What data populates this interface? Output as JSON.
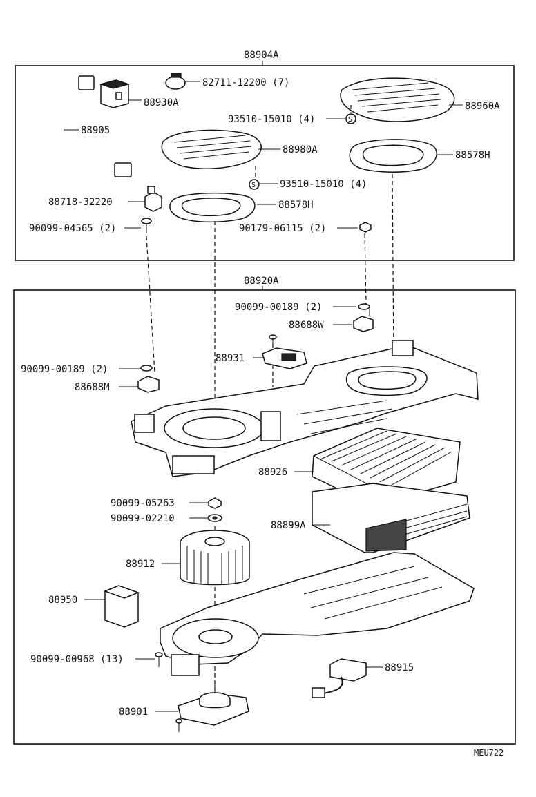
{
  "assemblies": {
    "top": "88904A",
    "bottom": "88920A"
  },
  "callouts": [
    {
      "id": "c1",
      "text": "88930A"
    },
    {
      "id": "c2",
      "text": "82711-12200 (7)"
    },
    {
      "id": "c3",
      "text": "88960A"
    },
    {
      "id": "c4",
      "text": "88905"
    },
    {
      "id": "c5",
      "text": "93510-15010 (4)"
    },
    {
      "id": "c6",
      "text": "88980A"
    },
    {
      "id": "c7",
      "text": "88578H"
    },
    {
      "id": "c8",
      "text": "93510-15010 (4)"
    },
    {
      "id": "c9",
      "text": "88718-32220"
    },
    {
      "id": "c10",
      "text": "88578H"
    },
    {
      "id": "c11",
      "text": "90099-04565 (2)"
    },
    {
      "id": "c12",
      "text": "90179-06115 (2)"
    },
    {
      "id": "c13",
      "text": "90099-00189 (2)"
    },
    {
      "id": "c14",
      "text": "88688W"
    },
    {
      "id": "c15",
      "text": "88931"
    },
    {
      "id": "c16",
      "text": "90099-00189 (2)"
    },
    {
      "id": "c17",
      "text": "88688M"
    },
    {
      "id": "c18",
      "text": "88926"
    },
    {
      "id": "c19",
      "text": "90099-05263"
    },
    {
      "id": "c20",
      "text": "90099-02210"
    },
    {
      "id": "c21",
      "text": "88899A"
    },
    {
      "id": "c22",
      "text": "88912"
    },
    {
      "id": "c23",
      "text": "88950"
    },
    {
      "id": "c24",
      "text": "90099-00968 (13)"
    },
    {
      "id": "c25",
      "text": "88915"
    },
    {
      "id": "c26",
      "text": "88901"
    }
  ],
  "symbols": {
    "s_mark": "S"
  },
  "footer": {
    "code": "MEU722"
  }
}
